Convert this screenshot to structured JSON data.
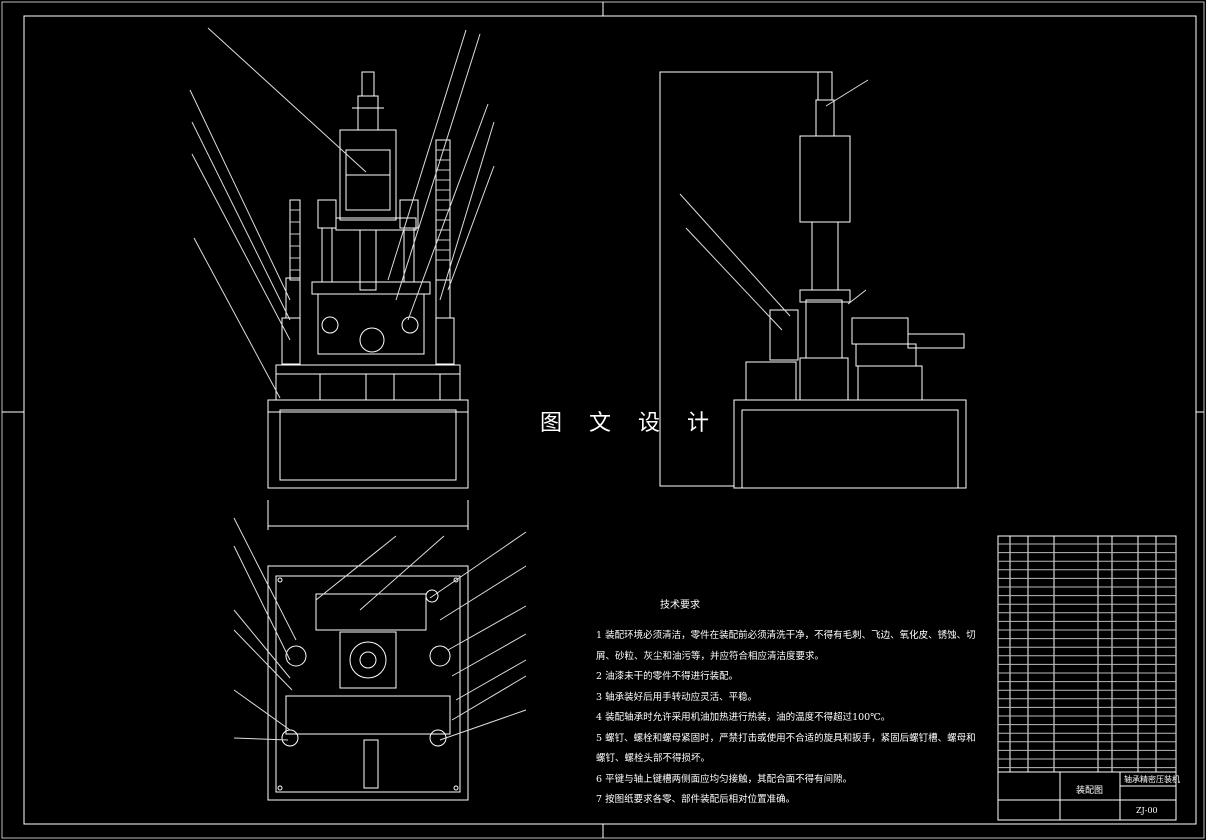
{
  "watermark": "图 文 设 计",
  "technical_requirements": {
    "title": "技术要求",
    "items": [
      "1 装配环境必须清洁，零件在装配前必须清洗干净，不得有毛刺、飞边、氧化皮、锈蚀、切屑、砂粒、灰尘和油污等，并应符合相应清洁度要求。",
      "2 油漆未干的零件不得进行装配。",
      "3 轴承装好后用手转动应灵活、平稳。",
      "4 装配轴承时允许采用机油加热进行热装，油的温度不得超过100℃。",
      "5 螺钉、螺栓和螺母紧固时，严禁打击或使用不合适的旋具和扳手，紧固后螺钉槽、螺母和螺钉、螺栓头部不得损坏。",
      "6 平键与轴上键槽两侧面应均匀接触，其配合面不得有间隙。",
      "7 按图纸要求各零、部件装配后相对位置准确。"
    ]
  },
  "title_block": {
    "drawing_name": "装配图",
    "product_name": "轴承精密压装机",
    "drawing_number": "ZJ-00"
  },
  "colors": {
    "background": "#000000",
    "line": "#ffffff"
  }
}
